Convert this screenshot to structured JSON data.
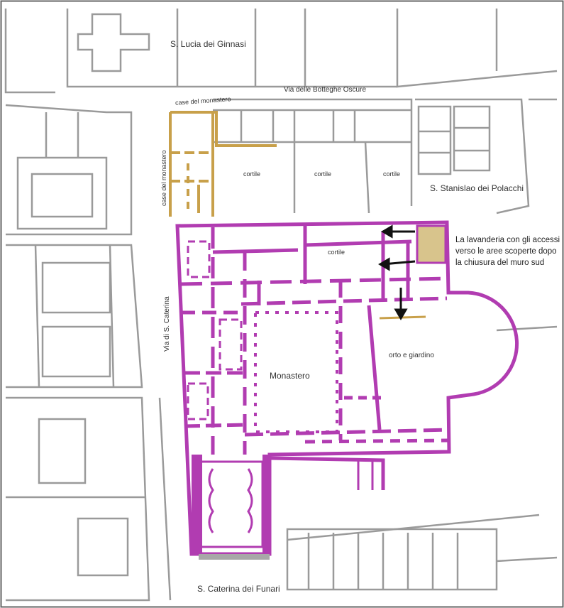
{
  "map": {
    "labels": {
      "santa_lucia": "S. Lucia dei Ginnasi",
      "via_botteghe": "Via delle Botteghe Oscure",
      "case_monastero_top": "case del monastero",
      "case_monastero_side": "case del monastero",
      "cortile_1": "cortile",
      "cortile_2": "cortile",
      "cortile_3": "cortile",
      "stanislao": "S. Stanislao dei Polacchi",
      "cortile_inner": "cortile",
      "via_caterina": "Via di S. Caterina",
      "monastero": "Monastero",
      "orto": "orto e giardino",
      "caterina_funari": "S. Caterina dei Funari"
    },
    "annotation": "La lavanderia con gli accessi verso le aree scoperte dopo la chiusura del muro sud"
  },
  "colors": {
    "monastery": "#b13cb1",
    "houses": "#c8a04a",
    "laundry": "#d8c48c",
    "streets": "#9a9a9a",
    "church_front": "#a8a8a8"
  }
}
